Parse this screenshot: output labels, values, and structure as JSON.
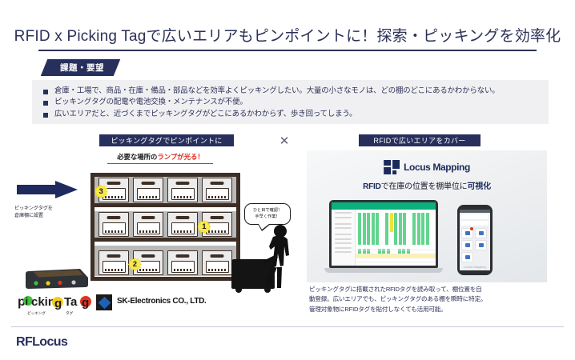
{
  "slide": {
    "title": "RFID x Picking Tagで広いエリアもピンポイントに！探索・ピッキングを効率化",
    "banner_label": "課題・要望"
  },
  "issues": [
    "倉庫・工場で、商品・在庫・備品・部品などを効率よくピッキングしたい。大量の小さなモノは、どの棚のどこにあるかわからない。",
    "ピッキングタグの配電や電池交換・メンテナンスが不便。",
    "広いエリアだと、近づくまでピッキングタグがどこにあるかわからず、歩き回ってしまう。"
  ],
  "columns": {
    "left_header": "ピッキングタグでピンポイントに",
    "separator": "✕",
    "right_header": "RFIDで広いエリアをカバー"
  },
  "left_panel": {
    "lamp_head_black": "必要な場所の",
    "lamp_head_red": "ランプが光る！",
    "setup_label_line1": "ピッキングタグを",
    "setup_label_line2": "倉庫棚に設置",
    "bubble_line1": "ひと目で確認！",
    "bubble_line2": "手早く作業！",
    "badges": [
      {
        "label": "3",
        "row": 0,
        "col": 0
      },
      {
        "label": "1",
        "row": 1,
        "col": 3
      },
      {
        "label": "2",
        "row": 2,
        "col": 1
      }
    ],
    "device_leds": [
      "#3fc03f",
      "#f2cc1e",
      "#e0341f",
      "#c9c9c9"
    ],
    "product_logo": "PickingTag",
    "product_logo_sub_left": "ピッキング",
    "product_logo_sub_right": "タグ",
    "company_logo": "SK-Electronics CO., LTD."
  },
  "right_panel": {
    "logo_text": "Locus Mapping",
    "subtitle_prefix": "RFID",
    "subtitle_mid": "で在庫の位置を棚単位に",
    "subtitle_suffix": "可視化",
    "description_line1": "ピッキングタグに搭載されたRFIDタグを読み取って、棚位置を自",
    "description_line2": "動登録。広いエリアでも、ピッキングタグのある棚を瞬時に特定。",
    "description_line3": "管理対象物にRFIDタグを貼付しなくても活用可能。"
  },
  "footer": {
    "brand": "RFLocus"
  },
  "colors": {
    "navy": "#272f5d",
    "title_navy": "#2c3157",
    "red": "#e12a1f",
    "badge_yellow": "#f5dd1a",
    "panel_gray": "#f0f0f2",
    "green": "#0bb07b"
  }
}
